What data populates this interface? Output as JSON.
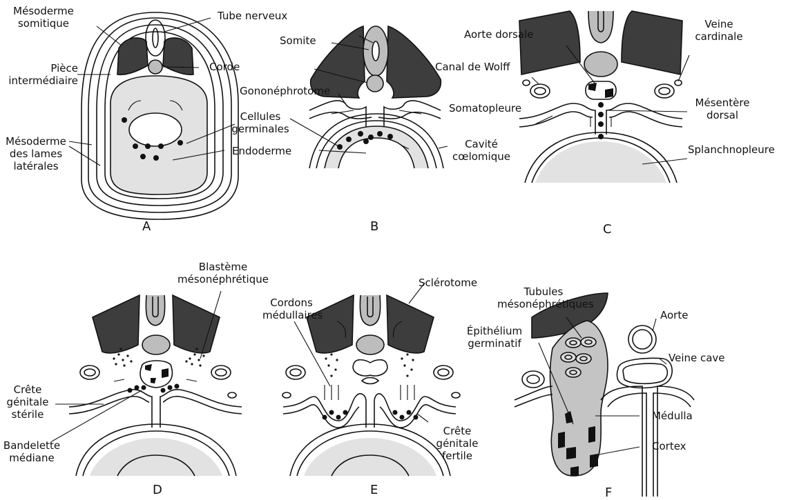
{
  "panels": {
    "A": {
      "letter": "A",
      "mesoderme_somitique": "Mésoderme\nsomitique",
      "tube_nerveux": "Tube nerveux",
      "piece_intermediaire": "Pièce\nintermédiaire",
      "corde": "Corde",
      "mesoderme_lames": "Mésoderme\ndes lames\nlatérales"
    },
    "B": {
      "letter": "B",
      "somite": "Somite",
      "gononephrotome": "Gononéphrotome",
      "cellules_germinales": "Cellules\ngerminales",
      "endoderme": "Endoderme",
      "cavite_coelomique": "Cavité\ncœlomique"
    },
    "C": {
      "letter": "C",
      "aorte_dorsale": "Aorte dorsale",
      "veine_cardinale": "Veine\ncardinale",
      "canal_wolff": "Canal de Wolff",
      "somatopleure": "Somatopleure",
      "mesentere_dorsal": "Mésentère\ndorsal",
      "splanchnopleure": "Splanchnopleure"
    },
    "D": {
      "letter": "D",
      "blasteme": "Blastème\nmésonéphrétique",
      "crete_sterile": "Crête\ngénitale\nstérile",
      "bandelette": "Bandelette\nmédiane"
    },
    "E": {
      "letter": "E",
      "sclerotome": "Sclérotome",
      "cordons": "Cordons\nmédullaires",
      "crete_fertile": "Crête\ngénitale\nfertile"
    },
    "F": {
      "letter": "F",
      "tubules": "Tubules\nmésonéphrétiques",
      "aorte": "Aorte",
      "epithelium": "Épithélium\ngerminatif",
      "veine_cave": "Veine cave",
      "medulla": "Médulla",
      "cortex": "Cortex"
    }
  }
}
